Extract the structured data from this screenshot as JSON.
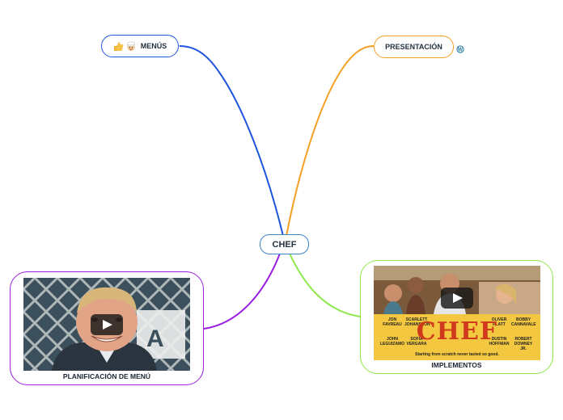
{
  "colors": {
    "center": "#3d84c6",
    "menus": "#1f55dd",
    "presentacion": "#f3a024",
    "planificacion": "#9b1ee0",
    "implementos": "#8ee84a"
  },
  "center": {
    "label": "CHEF"
  },
  "nodes": {
    "menus": {
      "label": "MENÚS",
      "icons": [
        "thumbs-up-icon",
        "chef-hat-icon"
      ]
    },
    "presentacion": {
      "label": "PRESENTACIÓN",
      "icons": [
        "wordpress-icon"
      ]
    },
    "planificacion": {
      "label": "PLANIFICACIÓN DE MENÚ",
      "media": "video-thumbnail-man-smiling"
    },
    "implementos": {
      "label": "IMPLEMENTOS",
      "media": "video-thumbnail-chef-movie-poster",
      "poster": {
        "title": "CHEF",
        "credits": [
          "JON FAVREAU",
          "SCARLETT JOHANSSON",
          "OLIVER PLATT",
          "BOBBY CANNAVALE",
          "JOHN LEGUIZAMO",
          "SOFIA VERGARA",
          "DUSTIN HOFFMAN",
          "ROBERT DOWNEY JR."
        ],
        "tagline": "Starting from scratch never tasted so good."
      }
    }
  }
}
